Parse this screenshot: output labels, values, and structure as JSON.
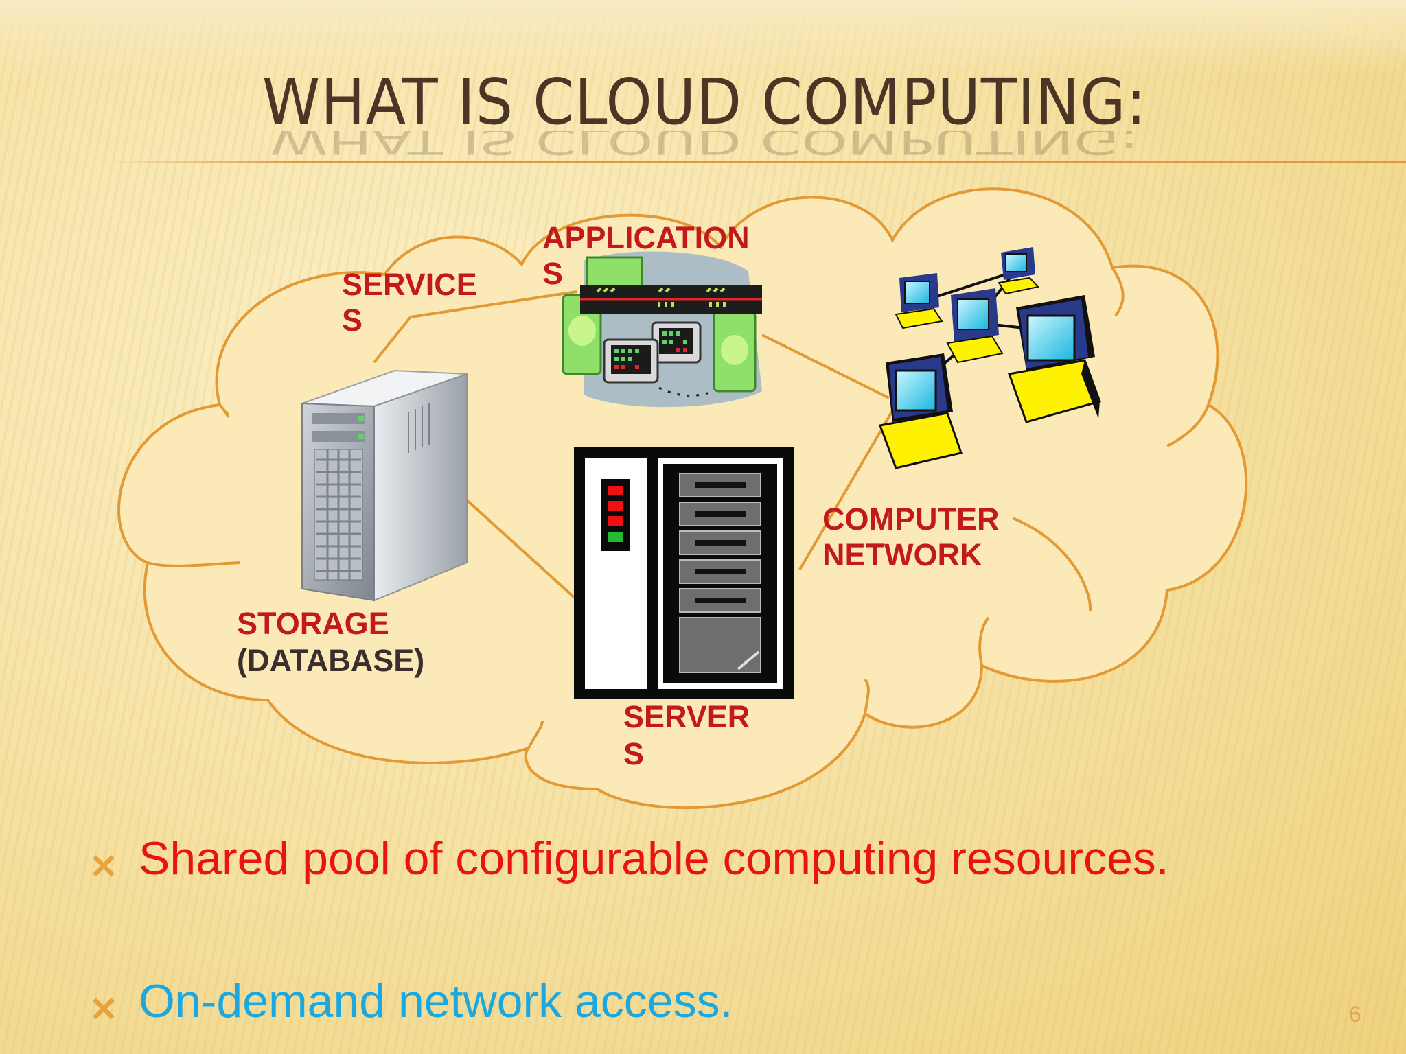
{
  "slide": {
    "title": "WHAT IS CLOUD COMPUTING:",
    "page_number": "6"
  },
  "diagram": {
    "labels": {
      "services": [
        "SERVICE",
        "S"
      ],
      "applications": [
        "APPLICATION",
        "S"
      ],
      "computer_network": [
        "COMPUTER",
        "NETWORK"
      ],
      "storage": [
        "STORAGE",
        "(DATABASE)"
      ],
      "servers": [
        "SERVER",
        "S"
      ]
    }
  },
  "bullets": [
    {
      "text": "Shared pool of configurable computing resources.",
      "color": "#e8150f"
    },
    {
      "text": "On-demand network access.",
      "color": "#1ba8e0"
    }
  ],
  "colors": {
    "title": "#4a3526",
    "label_red": "#c21a1a",
    "cloud_fill": "#fbe9b8",
    "cloud_stroke": "#e39a35",
    "bullet_mark": "#e8a23c"
  },
  "icons": [
    "x-bullet-icon",
    "storage-server-icon",
    "applications-icon",
    "network-computers-icon",
    "server-rack-icon"
  ]
}
